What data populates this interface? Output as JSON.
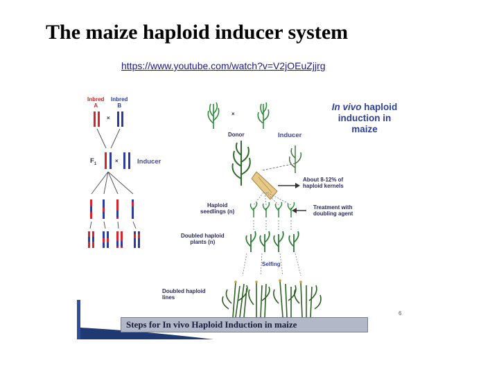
{
  "slide": {
    "title": "The maize haploid inducer system",
    "link": "https://www.youtube.com/watch?v=V2jOEuZjjrg"
  },
  "figure": {
    "inbred_a": "Inbred\nA",
    "inbred_b": "Inbred\nB",
    "cross_symbol": "×",
    "f1_label": "F",
    "f1_sub": "1",
    "inducer_left": "Inducer",
    "donor": "Donor",
    "inducer_top": "Inducer",
    "title_line1": "In vivo",
    "title_line1_rest": " haploid",
    "title_line2": "induction in",
    "title_line3": "maize",
    "kernels": "About 8-12% of\nhaploid kernels",
    "seedlings": "Haploid\nseedlings (n)",
    "treatment": "Treatment with\ndoubling agent",
    "doubled_plants": "Doubled haploid\nplants (n)",
    "selfing": "Selfing",
    "dh_lines": "Doubled haploid\nlines",
    "caption": "Steps for In vivo Haploid Induction in maize",
    "page_number": "6"
  },
  "colors": {
    "chromosome_red": "#d8232a",
    "chromosome_blue": "#2a3c9e",
    "plant_green": "#2e8b3a",
    "label_text": "#2a2a5a",
    "caption_bg": "#b3b8c9"
  }
}
